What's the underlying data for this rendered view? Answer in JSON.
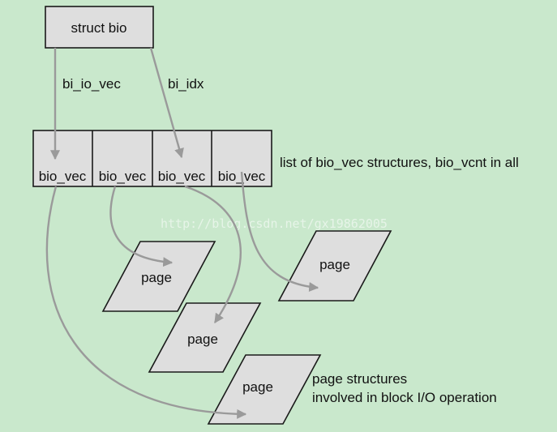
{
  "struct_label": "struct bio",
  "bi_io_vec_label": "bi_io_vec",
  "bi_idx_label": "bi_idx",
  "bio_vec_cells": [
    "bio_vec",
    "bio_vec",
    "bio_vec",
    "bio_vec"
  ],
  "list_caption": "list of bio_vec structures, bio_vcnt in all",
  "pages": [
    "page",
    "page",
    "page",
    "page"
  ],
  "page_caption_line1": "page structures",
  "page_caption_line2": "involved in block I/O operation",
  "watermark": "http://blog.csdn.net/gx19862005",
  "colors": {
    "background": "#c9e8cc",
    "box_fill": "#dedede",
    "arrow": "#9a9a9a"
  }
}
